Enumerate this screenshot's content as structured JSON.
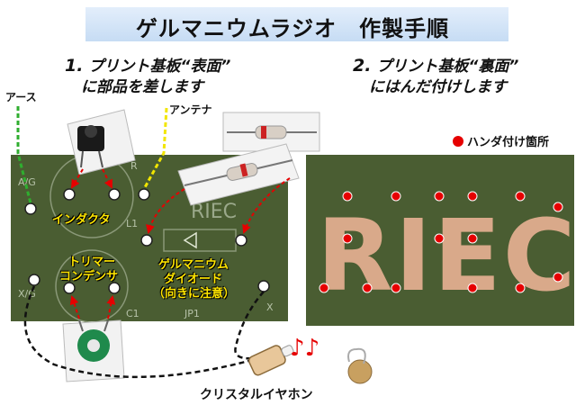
{
  "title": "ゲルマニウムラジオ　作製手順",
  "step1": {
    "number": "1.",
    "line1": "プリント基板“表面”",
    "line2": "に部品を差します"
  },
  "step2": {
    "number": "2.",
    "line1": "プリント基板“裏面”",
    "line2": "にはんだ付けします"
  },
  "legend": {
    "label": "ハンダ付け箇所"
  },
  "labels": {
    "earth": "アース",
    "antenna": "アンテナ",
    "inductor": "インダクタ",
    "trimmer_line1": "トリマー",
    "trimmer_line2": "コンデンサ",
    "diode_line1": "ゲルマニウム",
    "diode_line2": "ダイオード",
    "diode_line3": "（向きに注意）",
    "earphone": "クリスタルイヤホン"
  },
  "pcb_front": {
    "silk_ag": "A/G",
    "silk_rf": "R",
    "silk_l1": "L1",
    "silk_xg": "X/G",
    "silk_c1": "C1",
    "silk_jp1": "JP1",
    "silk_x": "X",
    "silk_riec": "RIEC"
  },
  "pcb_back": {
    "text": "RIEC"
  },
  "colors": {
    "pcb": "#4a5d32",
    "copper": "#d9a98a",
    "earth_wire": "#2fae2f",
    "antenna_wire": "#f2e600",
    "arrow": "#e60000",
    "solder_dot": "#e60000",
    "label_yellow": "#ffe600"
  },
  "music_icon": "♪♪"
}
